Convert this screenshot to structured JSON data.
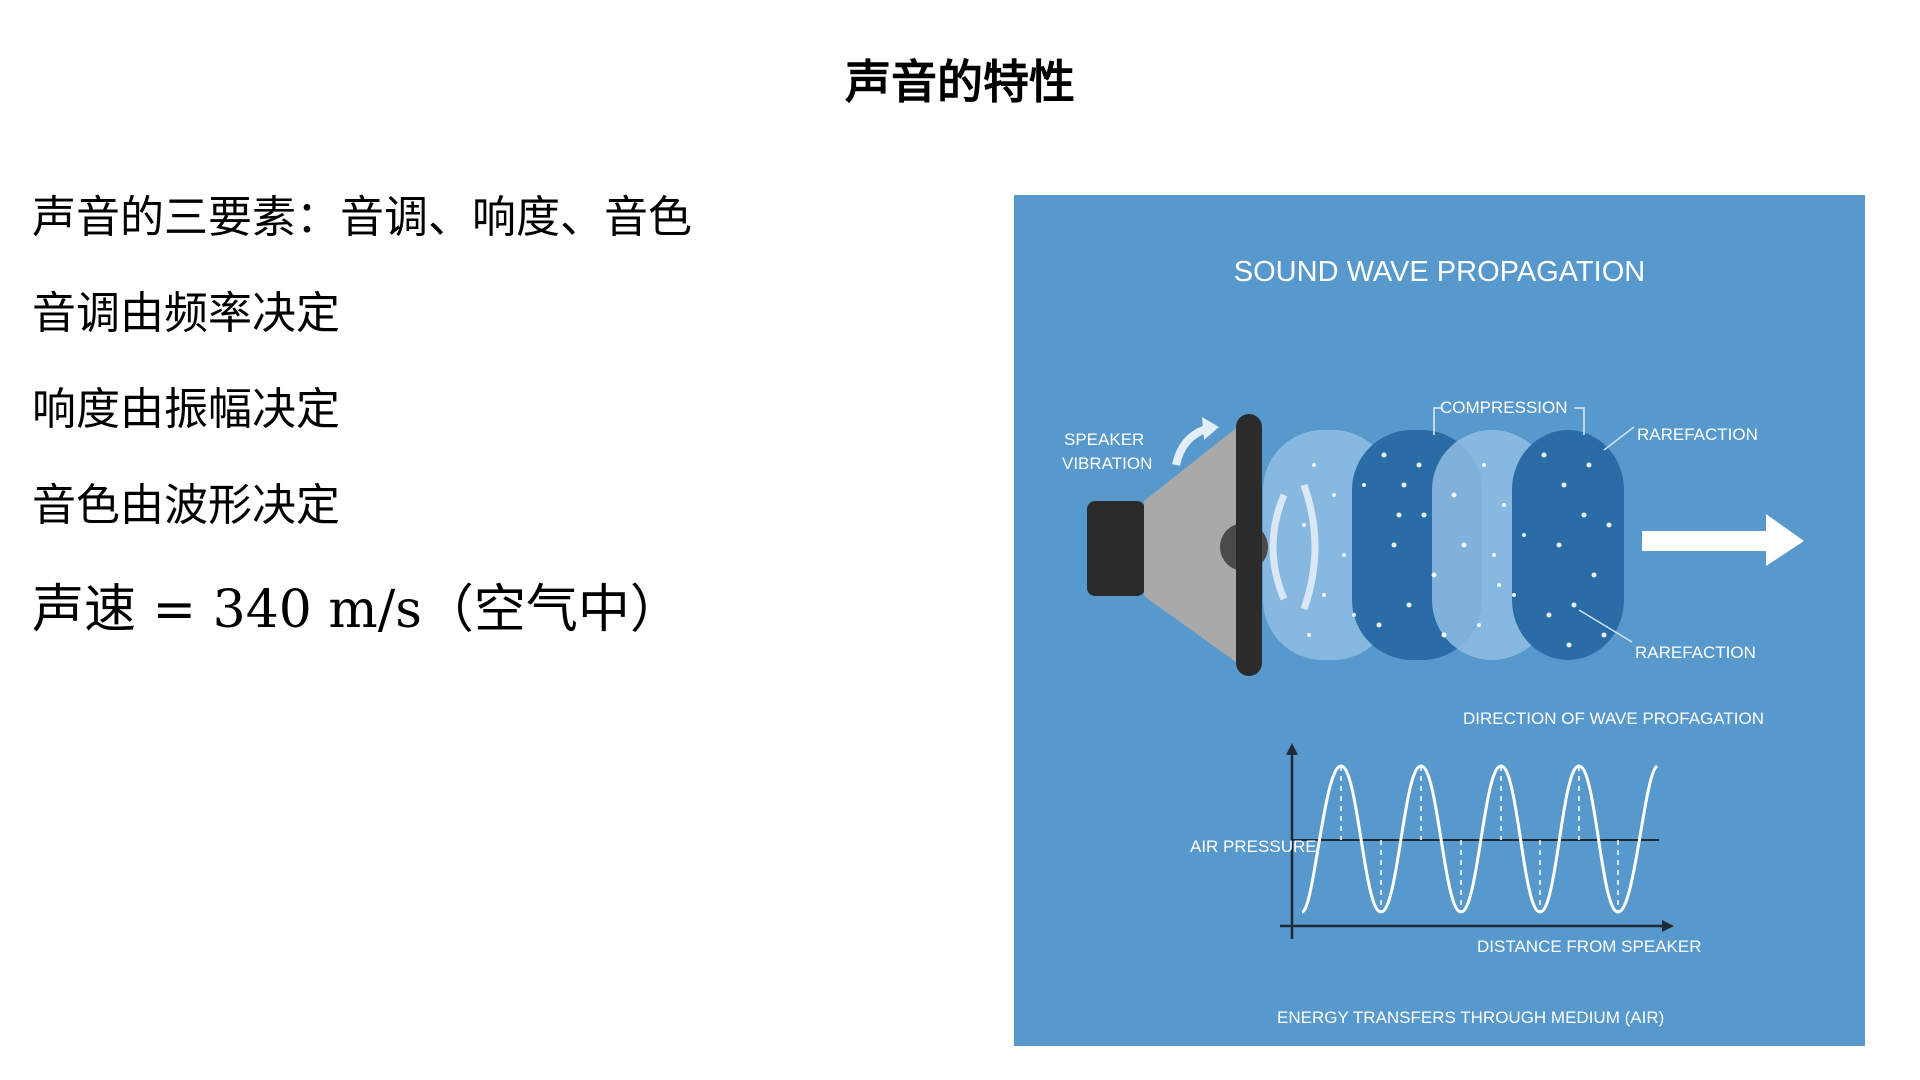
{
  "slide": {
    "title": "声音的特性",
    "lines": [
      "声音的三要素：音调、响度、音色",
      "音调由频率决定",
      "响度由振幅决定",
      "音色由波形决定"
    ],
    "formula": "声速 = 340 m/s（空气中）"
  },
  "diagram": {
    "title": "SOUND WAVE PROPAGATION",
    "labels": {
      "speaker_line1": "SPEAKER",
      "speaker_line2": "VIBRATION",
      "compression": "COMPRESSION",
      "rarefaction_top": "RAREFACTION",
      "rarefaction_bottom": "RAREFACTION",
      "direction": "DIRECTION OF WAVE PROFAGATION",
      "y_axis": "AIR PRESSURE",
      "x_axis": "DISTANCE FROM SPEAKER",
      "footer": "ENERGY TRANSFERS THROUGH MEDIUM (AIR)"
    },
    "colors": {
      "background": "#5799cd",
      "dark_band": "#2a6ca6",
      "light_band": "#8fbde3",
      "speaker_dark": "#2b2b2b",
      "speaker_cone": "#a9a9a9"
    }
  }
}
